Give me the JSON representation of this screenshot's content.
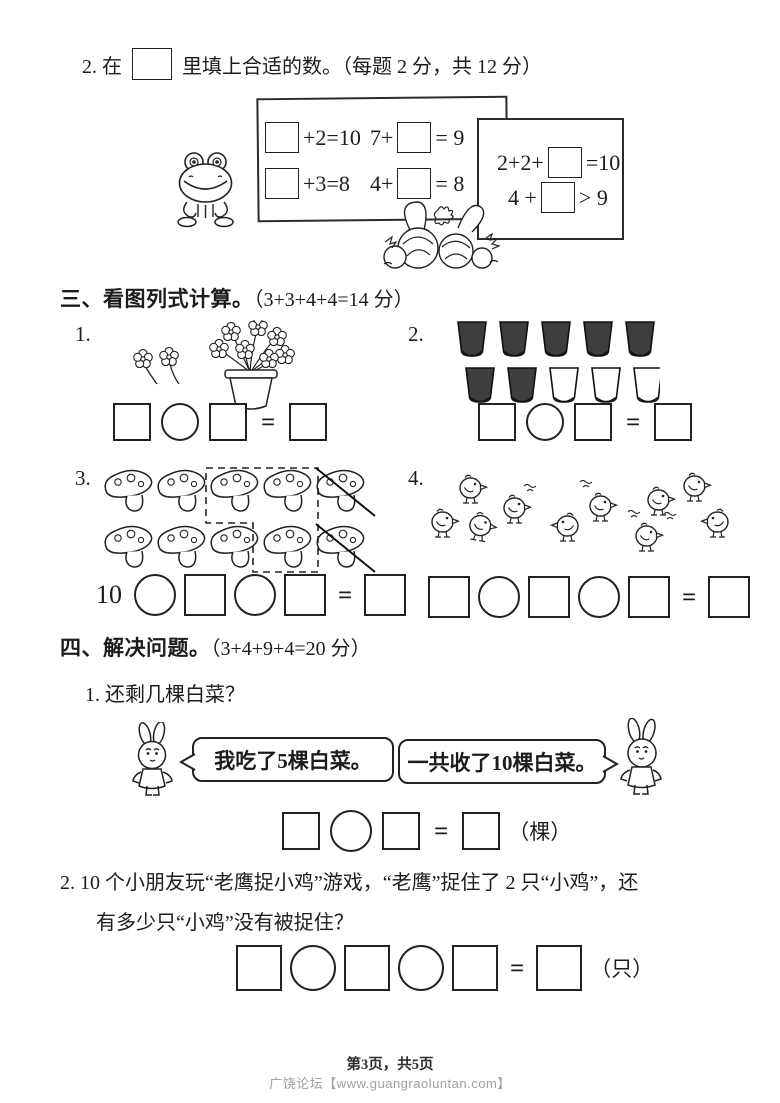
{
  "symbols": {
    "equals": "="
  },
  "q2_fill": {
    "num_pre": "2. 在",
    "post": "里填上合适的数。（每题 2 分，共 12 分）",
    "left_eqs": [
      {
        "pre": "",
        "post": "+2=10"
      },
      {
        "pre": "7+",
        "post": "= 9"
      },
      {
        "pre": "",
        "post": "+3=8"
      },
      {
        "pre": "4+",
        "post": "= 8"
      }
    ],
    "right_eqs": [
      {
        "pre": "2+2+",
        "post": "=10"
      },
      {
        "pre": "4 +",
        "post": "> 9"
      }
    ]
  },
  "section3": {
    "title_main": "三、看图列式计算。",
    "title_score": "（3+3+4+4=14 分）",
    "q1_label": "1.",
    "q2_label": "2.",
    "q3_label": "3.",
    "q3_prefix": "10",
    "q4_label": "4."
  },
  "section4": {
    "title_main": "四、解决问题。",
    "title_score": "（3+4+9+4=20 分）",
    "q1_text": "1. 还剩几棵白菜？",
    "bubble_left": "我吃了5棵白菜。",
    "bubble_right": "一共收了10棵白菜。",
    "unit1": "（棵）",
    "q2_line1": "2. 10 个小朋友玩“老鹰捉小鸡”游戏，“老鹰”捉住了 2 只“小鸡”，还",
    "q2_line2": "有多少只“小鸡”没有被捉住？",
    "unit2": "（只）"
  },
  "footer": {
    "page": "第3页，共5页",
    "watermark": "广饶论坛【www.guangraoluntan.com】"
  }
}
